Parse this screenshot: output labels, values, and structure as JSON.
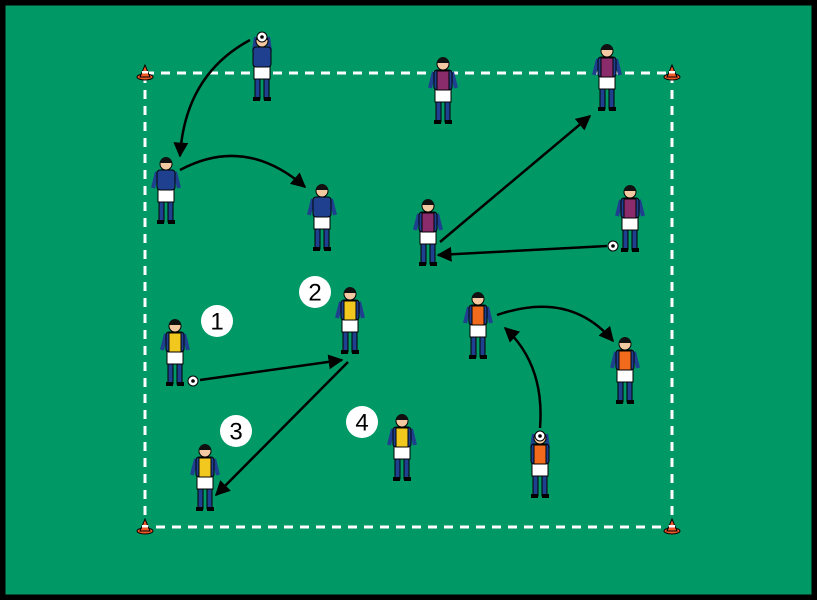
{
  "colors": {
    "pitch": "#009966",
    "border": "#000000",
    "boundary": "#ffffff",
    "team_blue": "#1f3f8f",
    "bib_purple": "#8a2b6b",
    "bib_yellow": "#f2c81e",
    "bib_orange": "#f26a1b",
    "cone": "#f05a28"
  },
  "markers": [
    {
      "label": "1"
    },
    {
      "label": "2"
    },
    {
      "label": "3"
    },
    {
      "label": "4"
    }
  ]
}
